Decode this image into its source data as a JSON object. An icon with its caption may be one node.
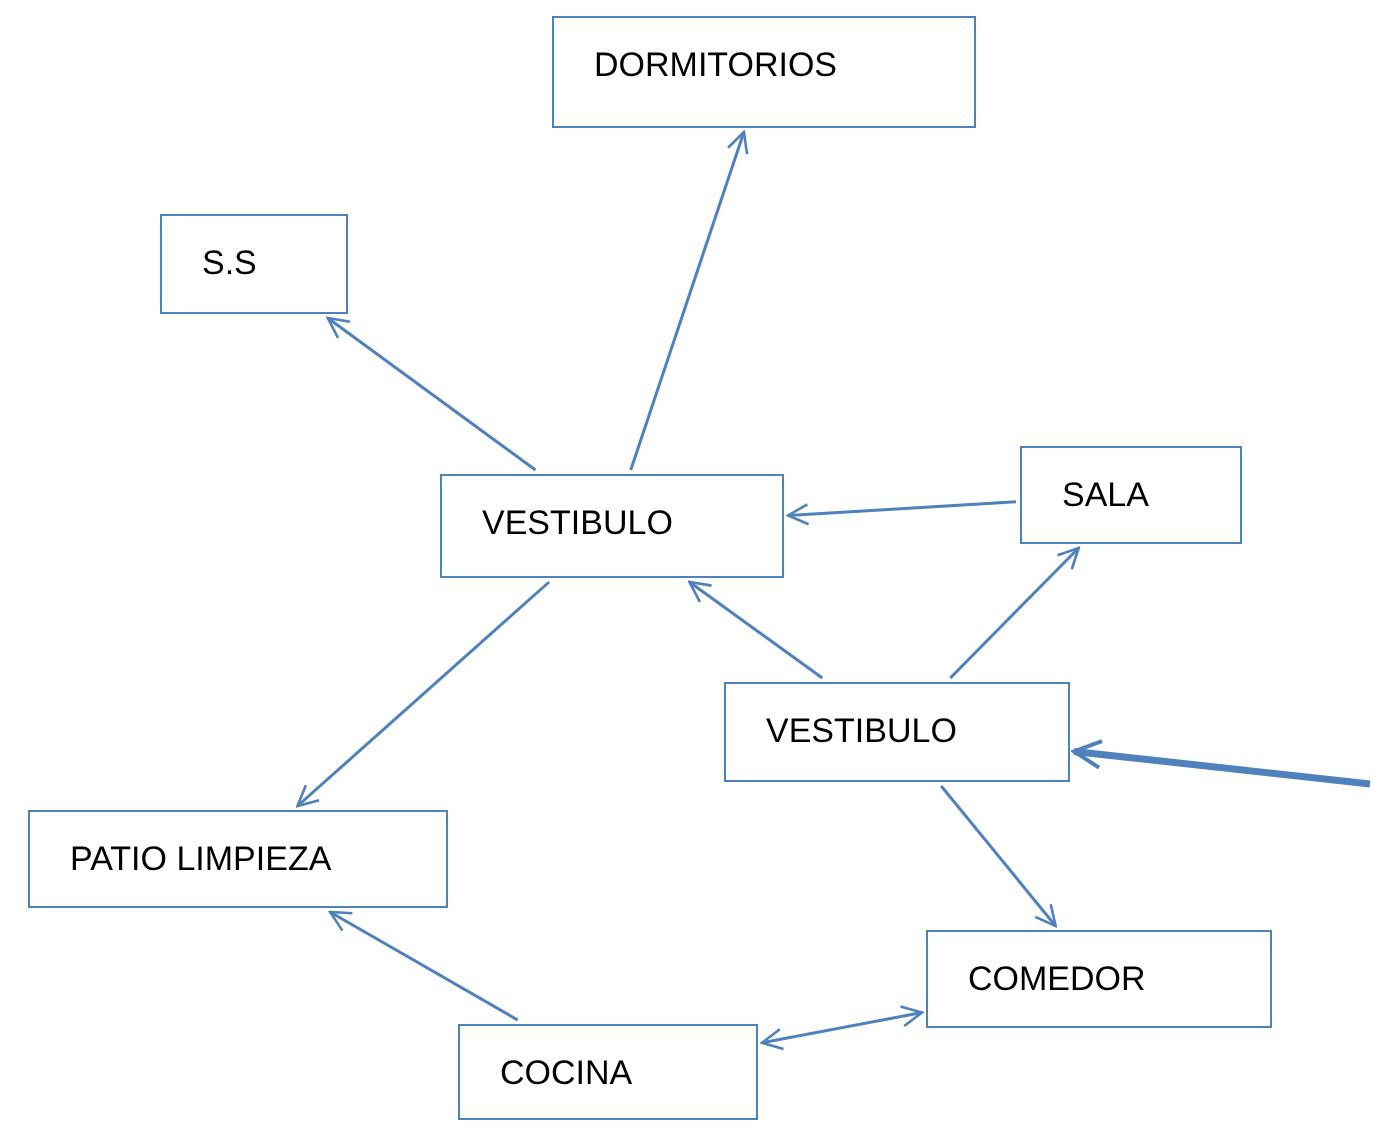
{
  "diagram": {
    "nodes": [
      {
        "text": [
          "DORMITORIOS"
        ]
      },
      {
        "text": [
          "S.S"
        ]
      },
      {
        "text": [
          "VESTIBULO"
        ]
      },
      {
        "text": [
          "SALA"
        ]
      },
      {
        "text": [
          "VESTIBULO"
        ]
      },
      {
        "text": [
          "PATIO LIMPIEZA"
        ]
      },
      {
        "text": [
          "COMEDOR"
        ]
      },
      {
        "text": [
          "COCINA"
        ]
      }
    ],
    "edges": [
      {
        "from": 2,
        "to": 0,
        "arrow": "to"
      },
      {
        "from": 2,
        "to": 1,
        "arrow": "to"
      },
      {
        "from": 3,
        "to": 2,
        "arrow": "to"
      },
      {
        "from": 4,
        "to": 2,
        "arrow": "to"
      },
      {
        "from": 4,
        "to": 3,
        "arrow": "to"
      },
      {
        "from": null,
        "to": 4,
        "arrow": "to",
        "style": "thick"
      },
      {
        "from": 2,
        "to": 5,
        "arrow": "to"
      },
      {
        "from": 4,
        "to": 6,
        "arrow": "to"
      },
      {
        "from": 7,
        "to": 5,
        "arrow": "to"
      },
      {
        "from": 7,
        "to": 6,
        "arrow": "both"
      }
    ]
  }
}
